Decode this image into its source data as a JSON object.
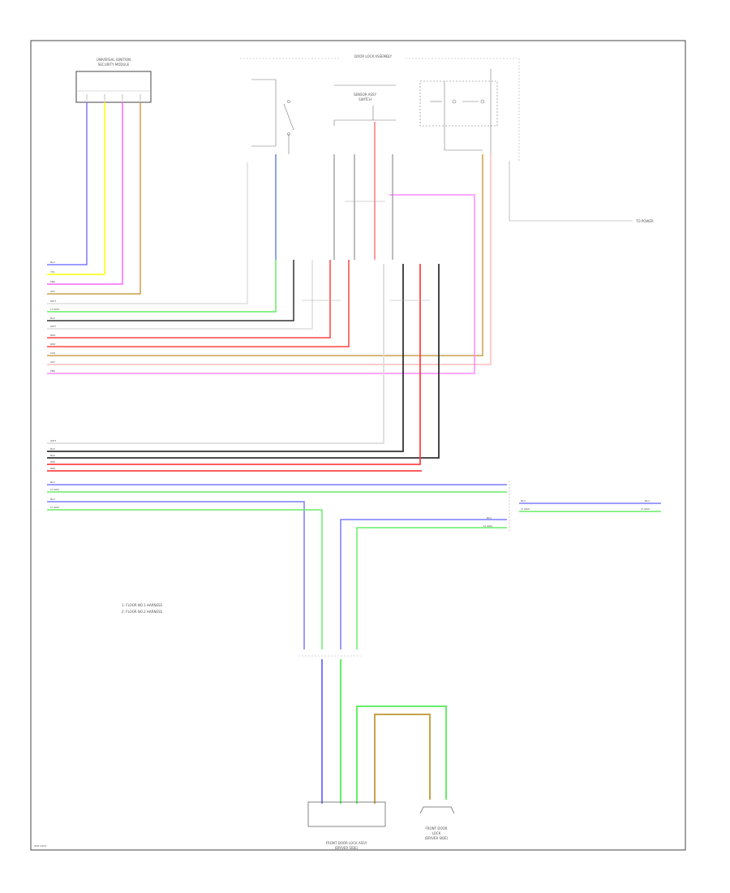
{
  "components": {
    "top_left": [
      "UNIVERSAL IGNITION",
      "SECURITY MODULE"
    ],
    "top_center": [
      "SENSOR ASSY",
      "SWITCH"
    ],
    "bottom_center": [
      "FRONT DOOR LOCK ASSY",
      "(DRIVER SIDE)"
    ],
    "bottom_right": [
      "FRONT DOOR",
      "LOCK",
      "(DRIVER SIDE)"
    ],
    "top_harness": "DOOR LOCK ASSEMBLY",
    "right_label": "TO POWER",
    "notes": [
      "1: FLOOR NO.1 HARNESS",
      "2: FLOOR NO.2 HARNESS"
    ],
    "footer": "W/D LOCK"
  },
  "wires": {
    "block1": [
      "BLU",
      "YEL",
      "PNK",
      "GRY",
      "WHT",
      "LT GRN",
      "BLK",
      "WHT",
      "RED",
      "RED",
      "TAN",
      "GRY",
      "PNK"
    ],
    "block2": [
      "WHT",
      "BLK",
      "BLK",
      "RED",
      "RED"
    ],
    "block3": [
      "BLU",
      "LT GRN",
      "BLU",
      "LT GRN"
    ],
    "right_stub": [
      "BLU",
      "LT GRN"
    ],
    "right_stub_end": [
      "BLU",
      "LT GRN"
    ],
    "bottom_out": [
      "BLU",
      "LT GRN"
    ]
  },
  "colors": {
    "blue": "#7b7bff",
    "yellow": "#ffff00",
    "pink": "#ff66ff",
    "tan": "#c8a24a",
    "green": "#66ee66",
    "black": "#333333",
    "red": "#ff4444",
    "grey": "#9a9a9a",
    "white": "#dddddd",
    "frame": "#444444"
  }
}
